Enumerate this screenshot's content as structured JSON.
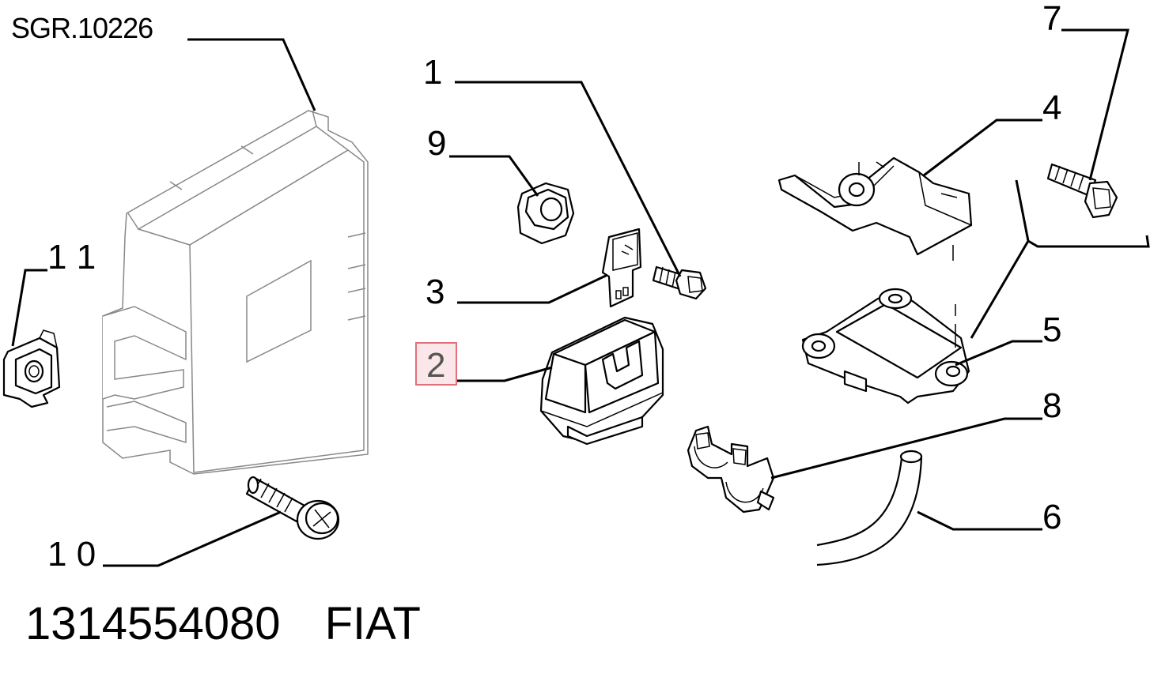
{
  "diagram": {
    "reference": "SGR.10226",
    "part_number": "1314554080",
    "brand": "FIAT",
    "selected_callout": "2",
    "callouts": [
      {
        "id": "1",
        "label": "1"
      },
      {
        "id": "2",
        "label": "2"
      },
      {
        "id": "3",
        "label": "3"
      },
      {
        "id": "4",
        "label": "4"
      },
      {
        "id": "5",
        "label": "5"
      },
      {
        "id": "6",
        "label": "6"
      },
      {
        "id": "7",
        "label": "7"
      },
      {
        "id": "8",
        "label": "8"
      },
      {
        "id": "9",
        "label": "9"
      },
      {
        "id": "10",
        "label": "1 0"
      },
      {
        "id": "11",
        "label": "1 1"
      }
    ],
    "colors": {
      "line": "#000000",
      "highlight_border": "#e0707a",
      "highlight_fill": "#fbe6ea",
      "ecu_outline": "#888888"
    }
  }
}
